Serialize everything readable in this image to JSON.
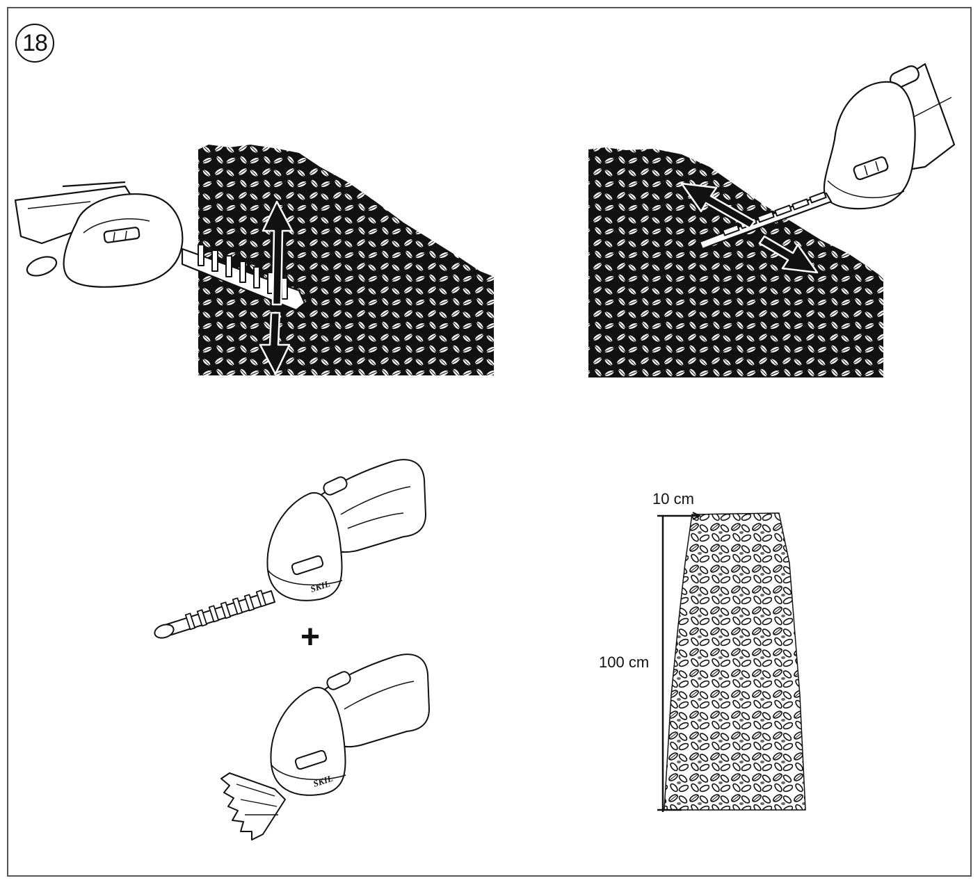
{
  "figure": {
    "number": "18",
    "dimension_width": "10 cm",
    "dimension_height": "100 cm",
    "brand_text": "SKIL",
    "plus_sign": "+"
  },
  "icons": [
    "hedge-trimmer-icon",
    "grass-shear-icon",
    "double-arrow-icon",
    "hedge-icon"
  ],
  "colors": {
    "ink": "#111111",
    "paper": "#ffffff",
    "leaf_shadow": "#555555"
  }
}
